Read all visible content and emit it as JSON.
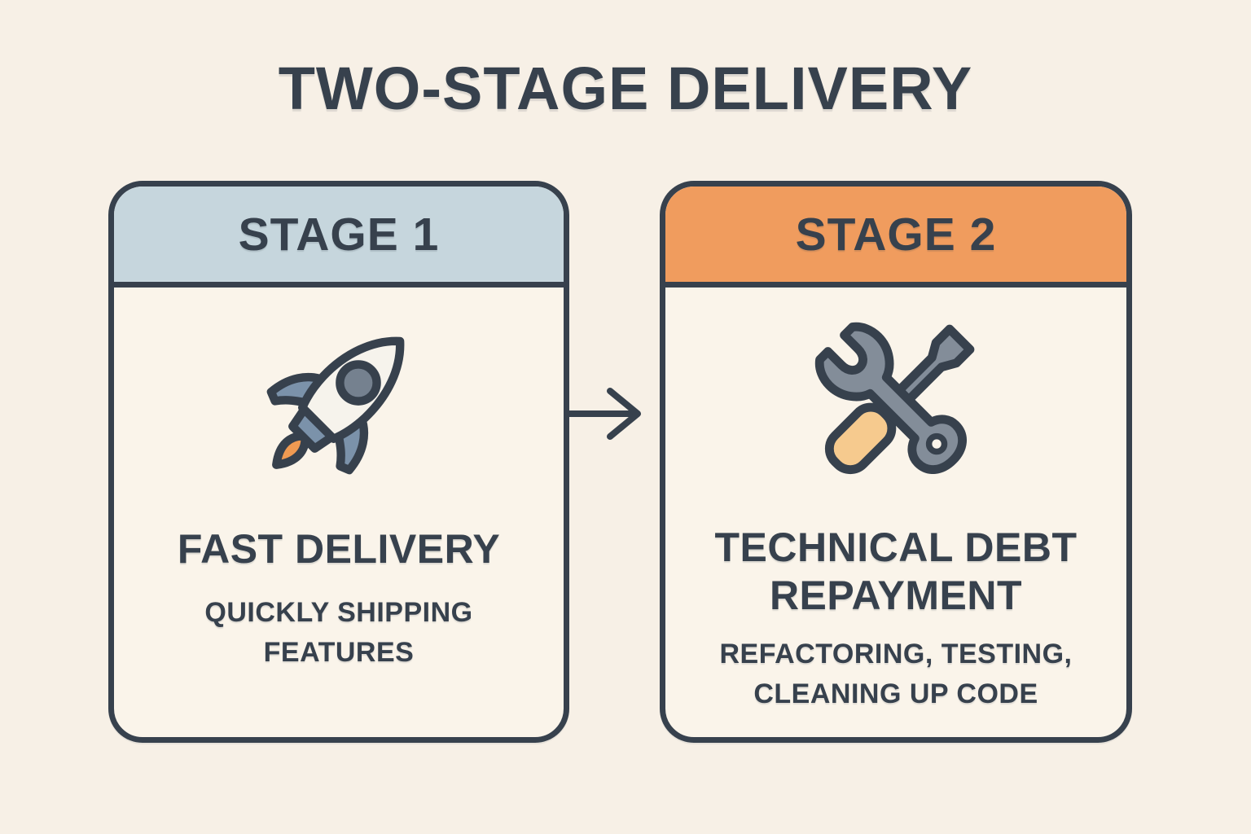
{
  "title": "TWO-STAGE DELIVERY",
  "colors": {
    "background": "#f7f0e6",
    "card_fill": "#faf4ea",
    "ink": "#37414d",
    "stage1_header_fill": "#c6d6dd",
    "stage2_header_fill": "#f09c5e",
    "rocket_body": "#f6f3ec",
    "steel_blue": "#7b92aa",
    "window_gray": "#75818f",
    "flame_orange": "#f09a52",
    "tool_gray": "#838d99",
    "handle_tan": "#f6ca8e"
  },
  "stages": [
    {
      "header": "STAGE 1",
      "icon": "rocket-icon",
      "title": "FAST DELIVERY",
      "subtitle": [
        "QUICKLY SHIPPING",
        "FEATURES"
      ]
    },
    {
      "header": "STAGE 2",
      "icon": "wrench-screwdriver-icon",
      "title": [
        "TECHNICAL DEBT",
        "REPAYMENT"
      ],
      "subtitle": [
        "REFACTORING, TESTING,",
        "CLEANING UP CODE"
      ]
    }
  ],
  "arrow": {
    "icon": "right-arrow-icon",
    "direction": "right"
  }
}
